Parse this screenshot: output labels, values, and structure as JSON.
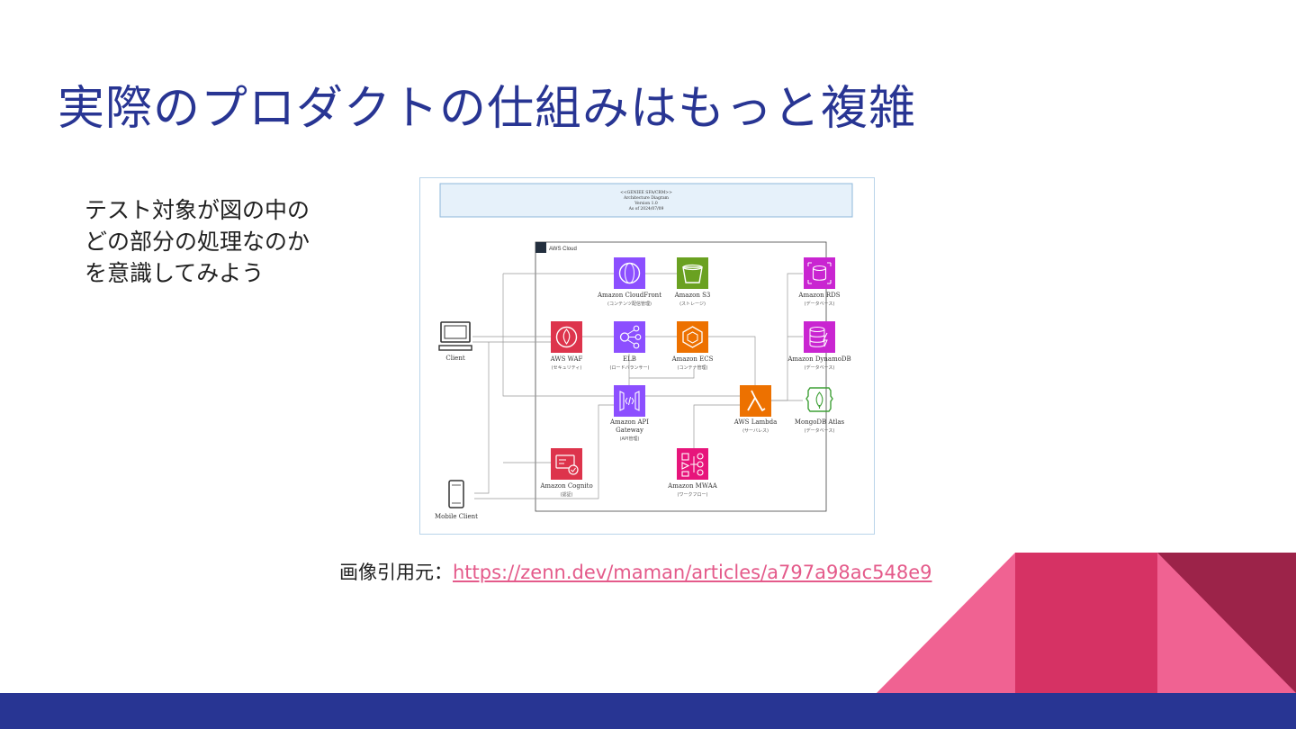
{
  "slide": {
    "title": "実際のプロダクトの仕組みはもっと複雑",
    "body_lines": [
      "テスト対象が図の中の",
      "どの部分の処理なのか",
      "を意識してみよう"
    ],
    "caption_label": "画像引用元：",
    "caption_link": "https://zenn.dev/maman/articles/a797a98ac548e9"
  },
  "diagram": {
    "header": [
      "<<GENIEE SFA/CRM>>",
      "Architecture Diagram",
      "Version 1.0",
      "As of 2024/07/09"
    ],
    "cloud_label": "AWS Cloud",
    "client": "Client",
    "mobile_client": "Mobile Client",
    "nodes": {
      "cloudfront": {
        "name": "Amazon CloudFront",
        "sub": "(コンテンツ配信管理)"
      },
      "s3": {
        "name": "Amazon S3",
        "sub": "(ストレージ)"
      },
      "waf": {
        "name": "AWS WAF",
        "sub": "(セキュリティ)"
      },
      "elb": {
        "name": "ELB",
        "sub": "(ロードバランサー)"
      },
      "ecs": {
        "name": "Amazon ECS",
        "sub": "(コンテナ管理)"
      },
      "apigw": {
        "name1": "Amazon API",
        "name2": "Gateway",
        "sub": "(API管理)"
      },
      "lambda": {
        "name": "AWS Lambda",
        "sub": "(サーバレス)"
      },
      "cognito": {
        "name": "Amazon Cognito",
        "sub": "(認証)"
      },
      "mwaa": {
        "name": "Amazon MWAA",
        "sub": "(ワークフロー)"
      },
      "rds": {
        "name": "Amazon RDS",
        "sub": "(データベース)"
      },
      "dynamodb": {
        "name": "Amazon DynamoDB",
        "sub": "(データベース)"
      },
      "mongodb": {
        "name": "MongoDB Atlas",
        "sub": "(データベース)"
      }
    }
  },
  "colors": {
    "title": "#283593",
    "footer": "#283593",
    "link": "#e45a8a",
    "purple_icon": "#8c4fff",
    "green_icon": "#6aa121",
    "red_icon": "#dd344c",
    "orange_icon": "#ed7100",
    "magenta_icon": "#c925d1",
    "pink_light": "#f06292",
    "pink_mid": "#d63264",
    "pink_dark": "#9c2349"
  }
}
